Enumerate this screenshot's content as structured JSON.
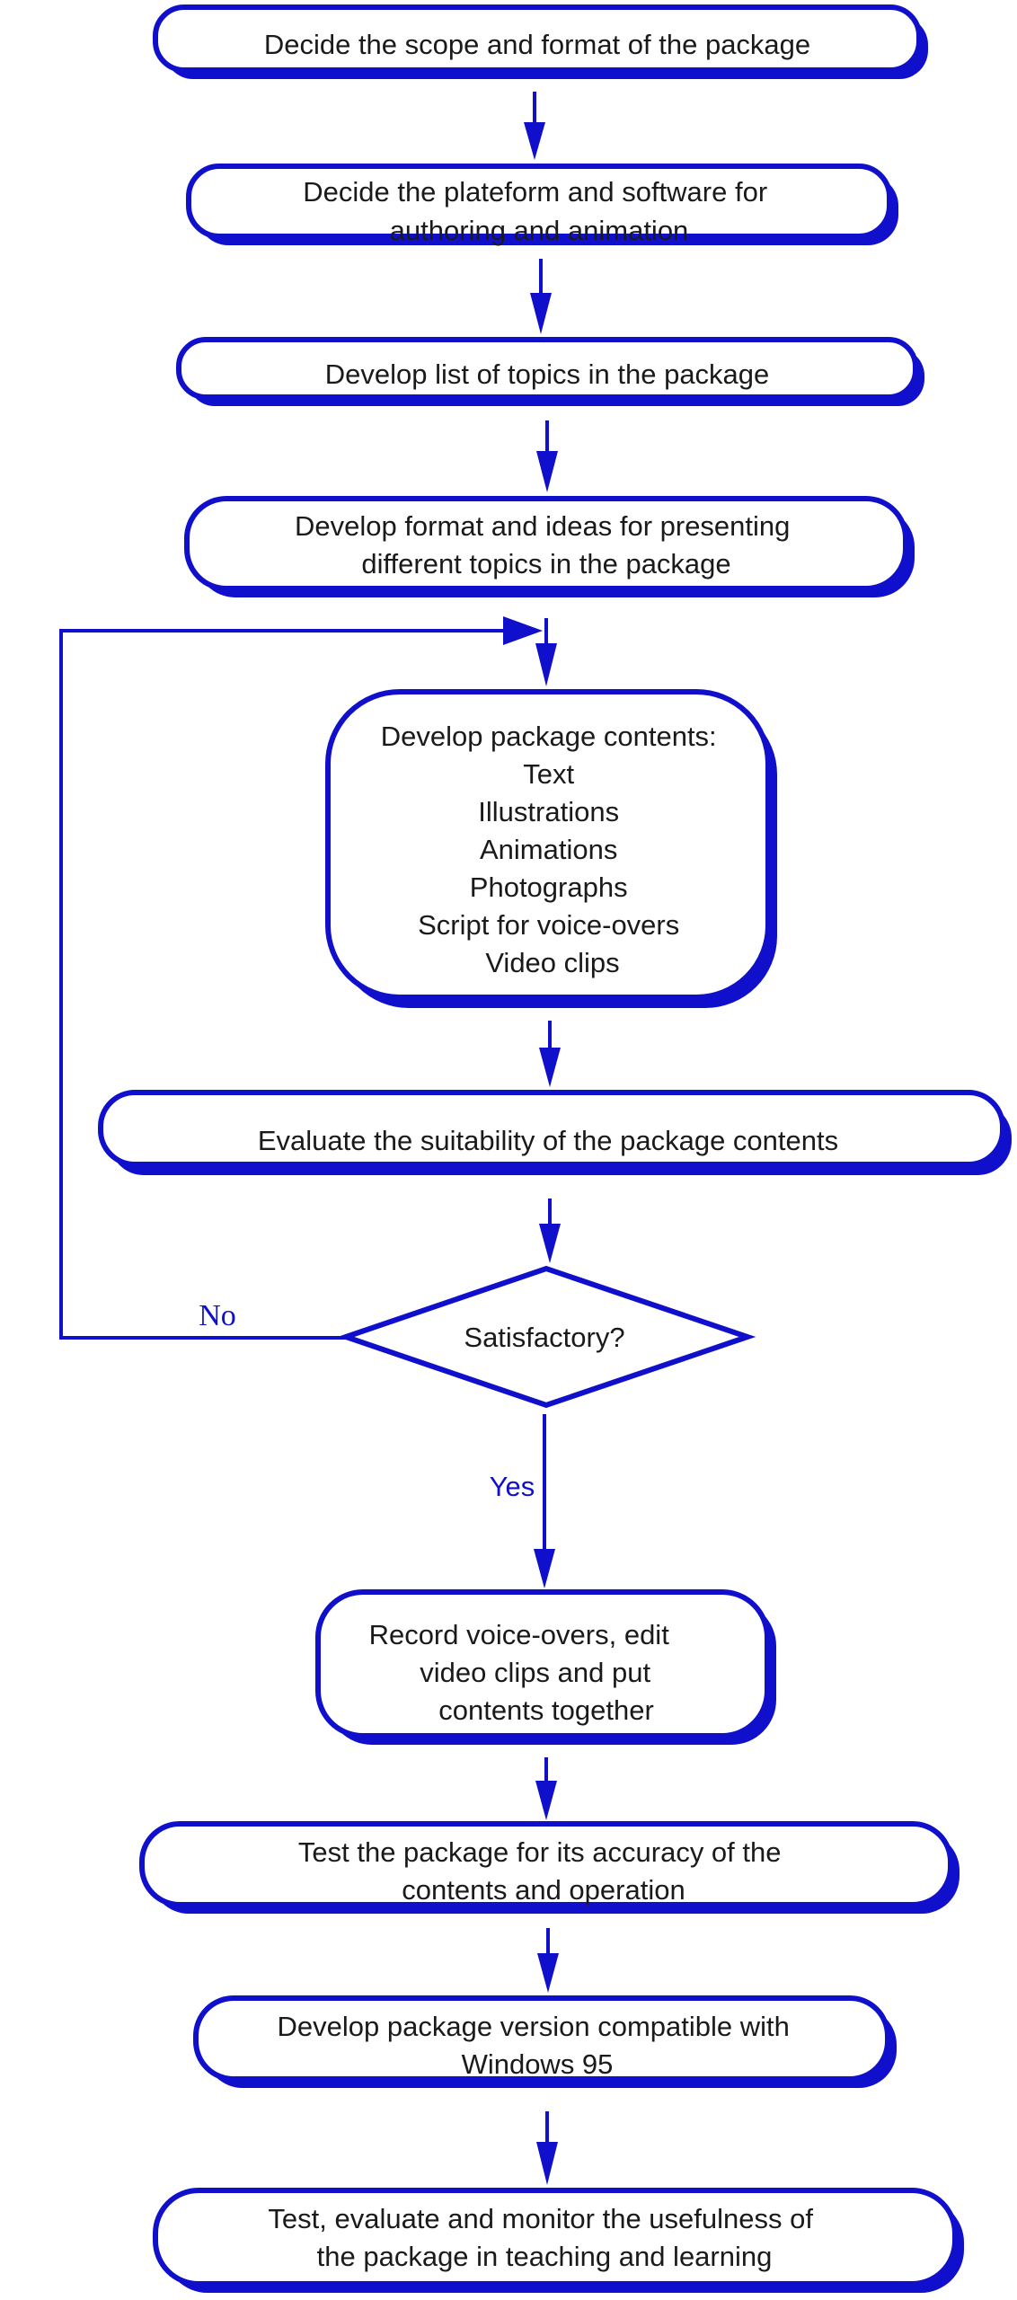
{
  "steps": [
    {
      "lines": [
        "Decide the scope and format of the package"
      ]
    },
    {
      "lines": [
        "Decide the plateform and software for",
        "authoring and animation"
      ]
    },
    {
      "lines": [
        "Develop list of topics in the package"
      ]
    },
    {
      "lines": [
        "Develop format and ideas for presenting",
        "different topics in the package"
      ]
    },
    {
      "lines": [
        "Develop package contents:",
        "Text",
        "Illustrations",
        "Animations",
        "Photographs",
        "Script for voice-overs",
        "Video clips"
      ]
    },
    {
      "lines": [
        "Evaluate the suitability of the package contents"
      ]
    },
    {
      "lines": [
        "Record voice-overs, edit",
        "video clips and put",
        "contents together"
      ]
    },
    {
      "lines": [
        "Test the package for its accuracy of the",
        "contents and operation"
      ]
    },
    {
      "lines": [
        "Develop package version compatible with",
        "Windows 95"
      ]
    },
    {
      "lines": [
        "Test, evaluate and monitor the usefulness of",
        "the package in teaching and learning"
      ]
    }
  ],
  "decision": {
    "label": "Satisfactory?"
  },
  "edge_labels": {
    "no": "No",
    "yes": "Yes"
  },
  "colors": {
    "stroke": "#1010cc",
    "text": "#1a1a1a",
    "background": "#ffffff"
  }
}
